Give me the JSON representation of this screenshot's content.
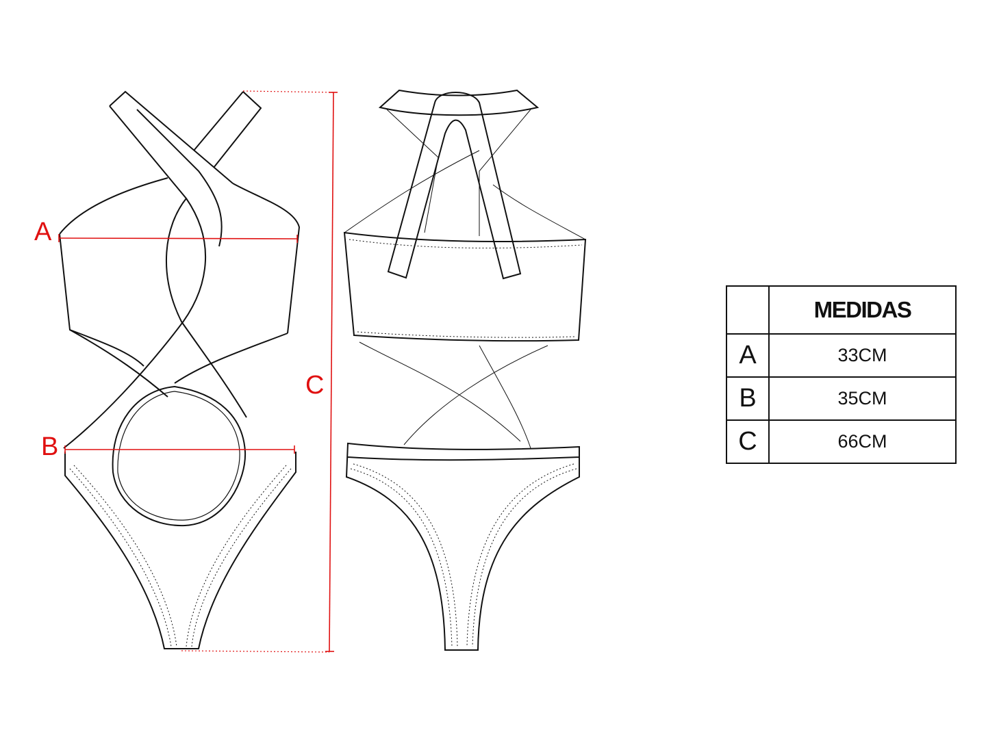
{
  "labels": {
    "a": "A",
    "b": "B",
    "c": "C"
  },
  "colors": {
    "measure": "#e01010",
    "outline": "#111111"
  },
  "table": {
    "title": "MEDIDAS",
    "rows": [
      {
        "key": "A",
        "value": "33CM"
      },
      {
        "key": "B",
        "value": "35CM"
      },
      {
        "key": "C",
        "value": "66CM"
      }
    ]
  }
}
